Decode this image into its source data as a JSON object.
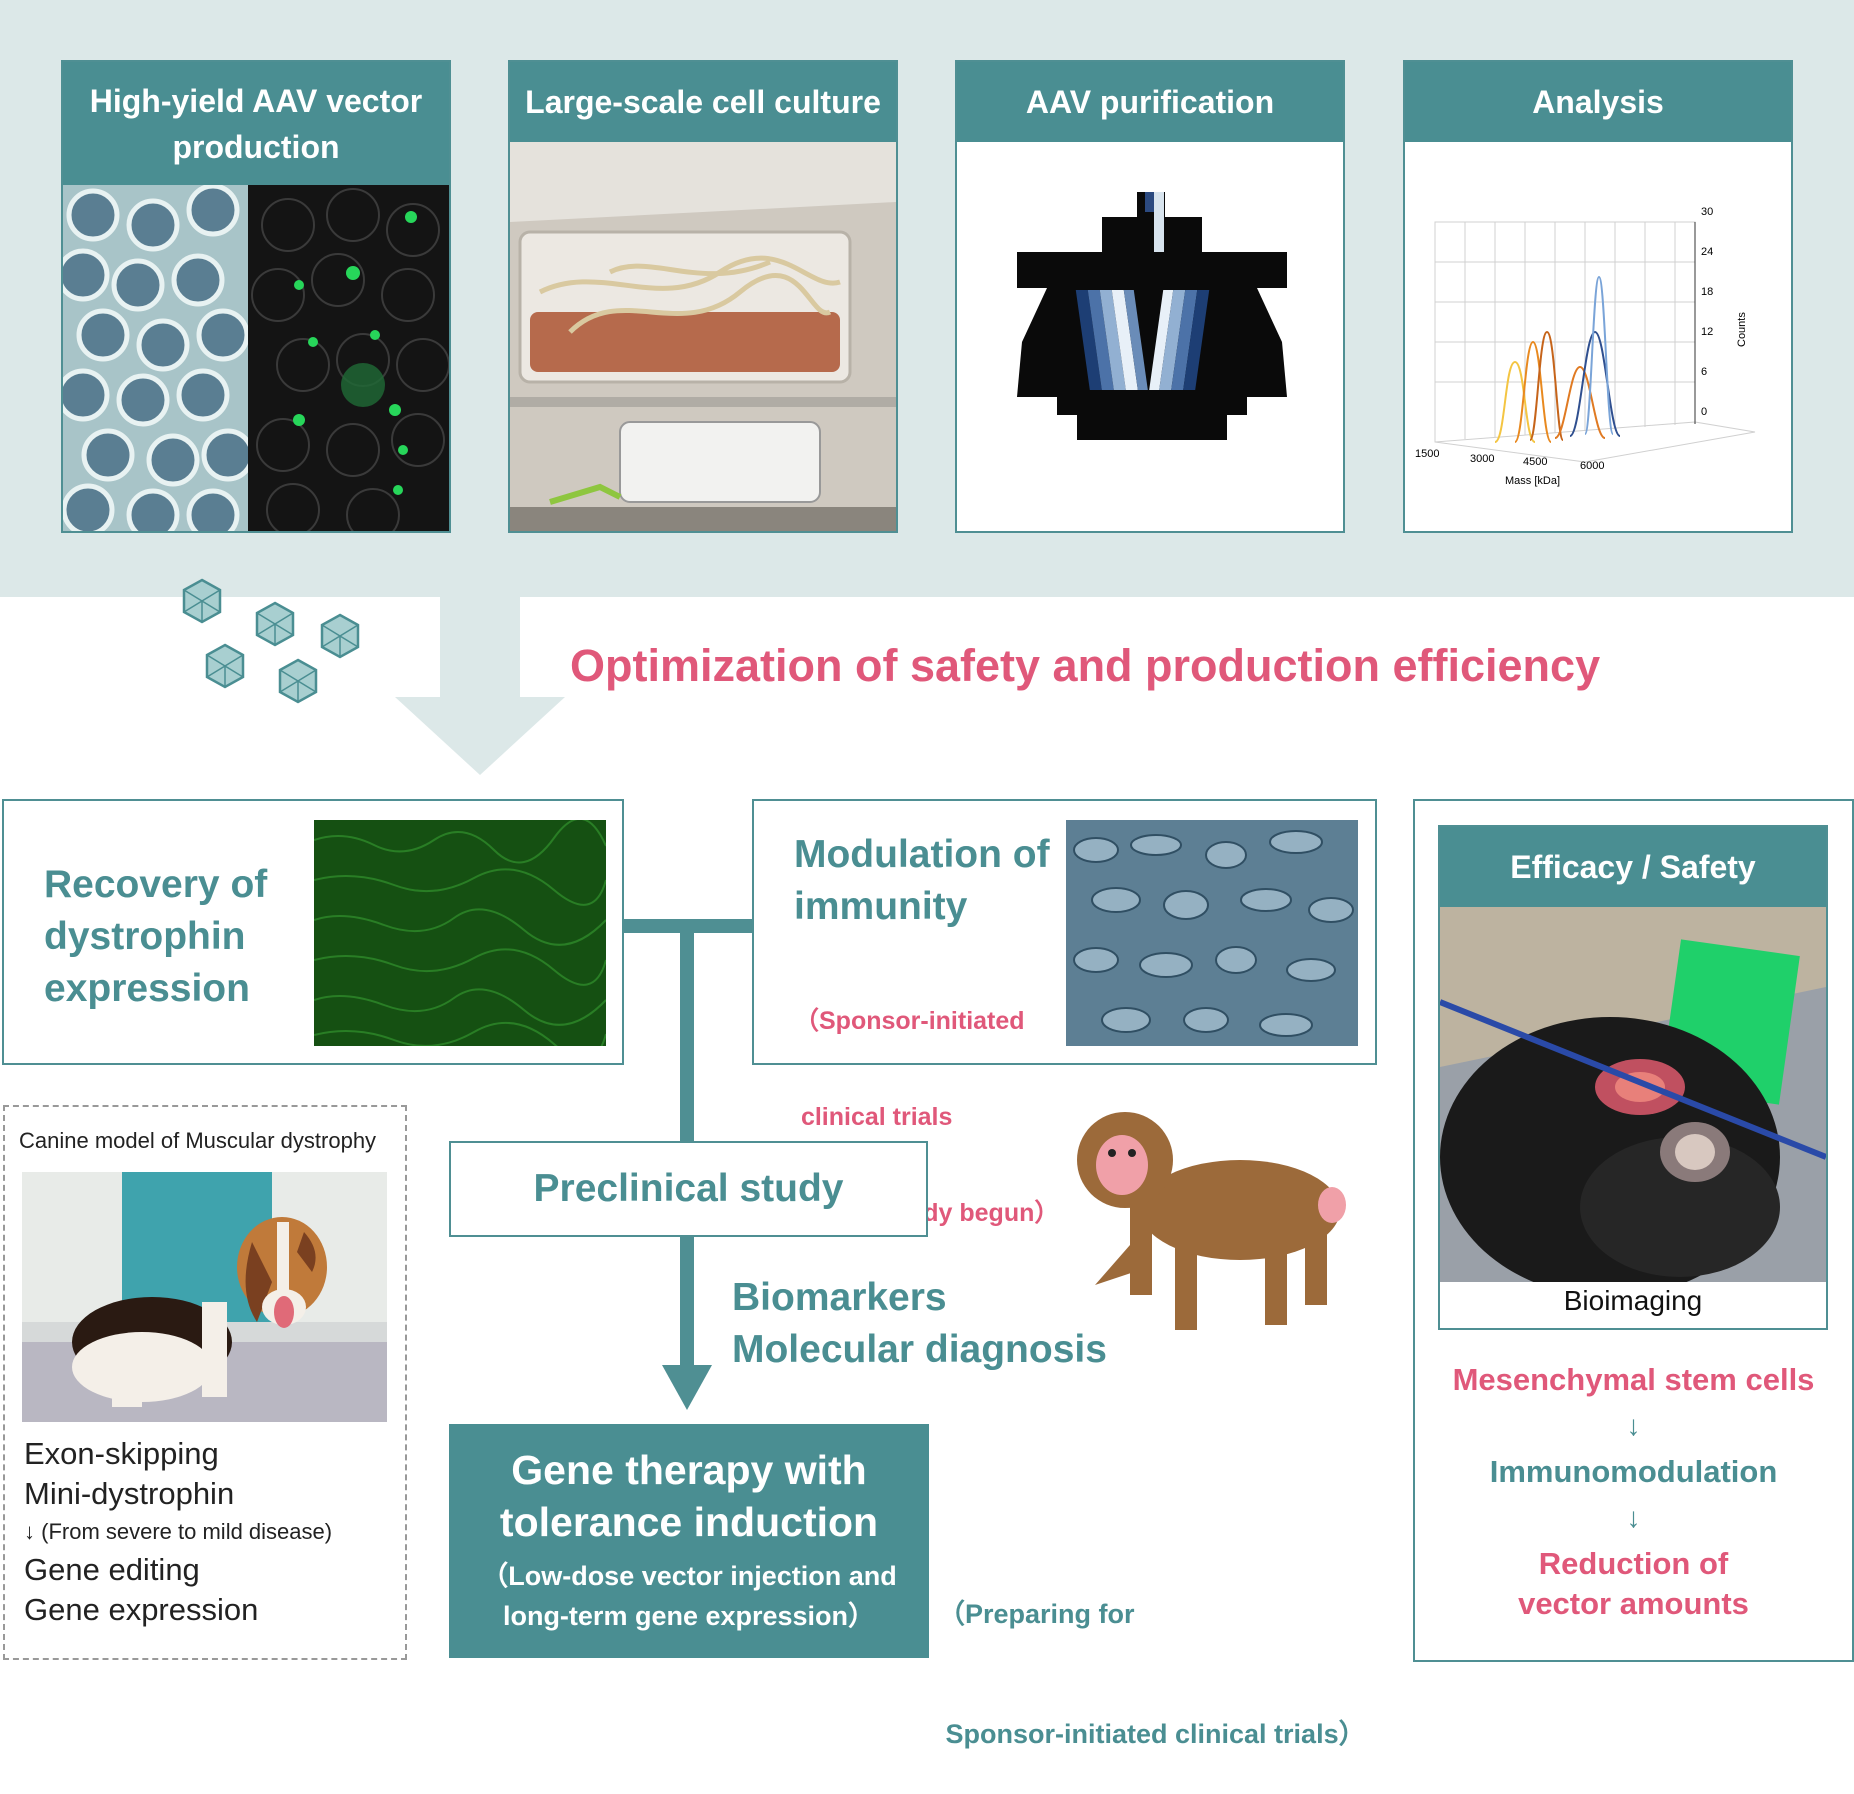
{
  "top": {
    "cards": [
      {
        "title": "High-yield AAV vector production"
      },
      {
        "title": "Large-scale cell culture"
      },
      {
        "title": "AAV purification"
      },
      {
        "title": "Analysis"
      }
    ],
    "analysis_chart": {
      "y_ticks": [
        "30",
        "24",
        "18",
        "12",
        "6",
        "0"
      ],
      "x_ticks": [
        "1500",
        "3000",
        "4500",
        "6000"
      ],
      "y_label": "Counts",
      "x_label": "Mass [kDa]"
    },
    "optimization_text": "Optimization of safety and production efficiency"
  },
  "dystrophin": {
    "lines": [
      "Recovery of",
      "dystrophin",
      "expression"
    ]
  },
  "immunity": {
    "title_lines": [
      "Modulation of",
      "immunity"
    ],
    "note_lines": [
      "（Sponsor-initiated",
      " clinical trials",
      " have already begun）"
    ]
  },
  "canine": {
    "caption": "Canine model of Muscular dystrophy",
    "lines": [
      "Exon-skipping",
      "Mini-dystrophin"
    ],
    "arrow_note": "↓ (From severe to mild disease)",
    "lines2": [
      "Gene editing",
      "Gene expression"
    ]
  },
  "preclinical": {
    "label": "Preclinical study"
  },
  "biomarkers": {
    "lines": [
      "Biomarkers",
      "Molecular diagnosis"
    ]
  },
  "gene_therapy": {
    "title_lines": [
      "Gene therapy with",
      "tolerance induction"
    ],
    "sub_lines": [
      "（Low-dose vector injection and",
      "long-term gene expression）"
    ]
  },
  "preparing": {
    "lines": [
      "（Preparing for",
      " Sponsor-initiated clinical trials）"
    ]
  },
  "efficacy": {
    "title": "Efficacy / Safety",
    "caption": "Bioimaging",
    "flow": [
      "Mesenchymal stem cells",
      "↓",
      "Immunomodulation",
      "↓",
      "Reduction of",
      "vector amounts"
    ]
  },
  "colors": {
    "teal": "#4a8e92",
    "pink": "#e0587a",
    "band": "#dce8e8"
  }
}
